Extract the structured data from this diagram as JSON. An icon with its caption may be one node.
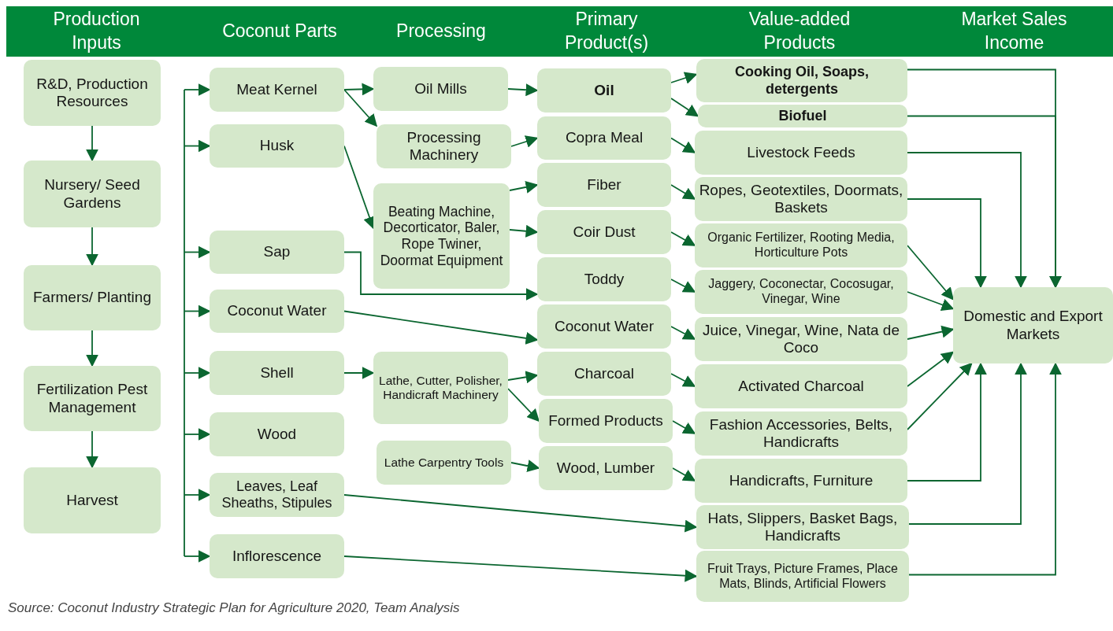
{
  "diagram": {
    "caption": "Source: Coconut Industry Strategic Plan for Agriculture 2020, Team Analysis",
    "nodes": [
      {
        "text": [
          "R&D, Production Resources"
        ]
      },
      {
        "text": [
          "Nursery/ Seed Gardens"
        ]
      },
      {
        "text": [
          "Farmers/ Planting"
        ]
      },
      {
        "text": [
          "Fertilization Pest Management"
        ]
      },
      {
        "text": [
          "Harvest"
        ]
      },
      {
        "text": [
          "Meat Kernel"
        ]
      },
      {
        "text": [
          "Husk"
        ]
      },
      {
        "text": [
          "Sap"
        ]
      },
      {
        "text": [
          "Coconut Water"
        ]
      },
      {
        "text": [
          "Shell"
        ]
      },
      {
        "text": [
          "Wood"
        ]
      },
      {
        "text": [
          "Leaves, Leaf Sheaths, Stipules"
        ]
      },
      {
        "text": [
          "Inflorescence"
        ]
      },
      {
        "text": [
          "Oil Mills"
        ]
      },
      {
        "text": [
          "Processing Machinery"
        ]
      },
      {
        "text": [
          "Beating Machine, Decorticator, Baler, Rope Twiner, Doormat Equipment"
        ]
      },
      {
        "text": [
          "Lathe, Cutter, Polisher, Handicraft Machinery"
        ]
      },
      {
        "text": [
          "Lathe Carpentry Tools"
        ]
      },
      {
        "text": [
          "Oil"
        ]
      },
      {
        "text": [
          "Copra Meal"
        ]
      },
      {
        "text": [
          "Fiber"
        ]
      },
      {
        "text": [
          "Coir Dust"
        ]
      },
      {
        "text": [
          "Toddy"
        ]
      },
      {
        "text": [
          "Coconut Water"
        ]
      },
      {
        "text": [
          "Charcoal"
        ]
      },
      {
        "text": [
          "Formed Products"
        ]
      },
      {
        "text": [
          "Wood, Lumber"
        ]
      },
      {
        "text": [
          "Cooking Oil, Soaps, detergents"
        ]
      },
      {
        "text": [
          "Biofuel"
        ]
      },
      {
        "text": [
          "Livestock Feeds"
        ]
      },
      {
        "text": [
          "Ropes, Geotextiles, Doormats, Baskets"
        ]
      },
      {
        "text": [
          "Organic Fertilizer, Rooting Media, Horticulture Pots"
        ]
      },
      {
        "text": [
          "Jaggery, Coconectar, Cocosugar, Vinegar, Wine"
        ]
      },
      {
        "text": [
          "Juice, Vinegar, Wine, Nata de Coco"
        ]
      },
      {
        "text": [
          "Activated Charcoal"
        ]
      },
      {
        "text": [
          "Fashion Accessories, Belts, Handicrafts"
        ]
      },
      {
        "text": [
          "Handicrafts, Furniture"
        ]
      },
      {
        "text": [
          "Hats, Slippers, Basket Bags, Handicrafts"
        ]
      },
      {
        "text": [
          "Fruit Trays, Picture Frames, Place Mats, Blinds, Artificial Flowers"
        ]
      },
      {
        "text": [
          "Domestic and Export Markets"
        ]
      }
    ],
    "edges": [
      {
        "from": 0,
        "to": 1,
        "arrow": "to"
      },
      {
        "from": 1,
        "to": 2,
        "arrow": "to"
      },
      {
        "from": 2,
        "to": 3,
        "arrow": "to"
      },
      {
        "from": 3,
        "to": 4,
        "arrow": "to"
      },
      {
        "from": null,
        "to": 5,
        "arrow": "to"
      },
      {
        "from": null,
        "to": 6,
        "arrow": "to"
      },
      {
        "from": null,
        "to": 7,
        "arrow": "to"
      },
      {
        "from": null,
        "to": 8,
        "arrow": "to"
      },
      {
        "from": null,
        "to": 9,
        "arrow": "to"
      },
      {
        "from": null,
        "to": 10,
        "arrow": "to"
      },
      {
        "from": null,
        "to": 11,
        "arrow": "to"
      },
      {
        "from": null,
        "to": 12,
        "arrow": "to"
      },
      {
        "from": 5,
        "to": 13,
        "arrow": "to"
      },
      {
        "from": 5,
        "to": 14,
        "arrow": "to"
      },
      {
        "from": 6,
        "to": 15,
        "arrow": "to"
      },
      {
        "from": 7,
        "to": 22,
        "arrow": "to"
      },
      {
        "from": 8,
        "to": 23,
        "arrow": "to"
      },
      {
        "from": 9,
        "to": 16,
        "arrow": "to"
      },
      {
        "from": 11,
        "to": 37,
        "arrow": "to"
      },
      {
        "from": 12,
        "to": 38,
        "arrow": "to"
      },
      {
        "from": 13,
        "to": 18,
        "arrow": "to"
      },
      {
        "from": 14,
        "to": 19,
        "arrow": "to"
      },
      {
        "from": 15,
        "to": 20,
        "arrow": "to"
      },
      {
        "from": 15,
        "to": 21,
        "arrow": "to"
      },
      {
        "from": 16,
        "to": 24,
        "arrow": "to"
      },
      {
        "from": 16,
        "to": 25,
        "arrow": "to"
      },
      {
        "from": 17,
        "to": 26,
        "arrow": "to"
      },
      {
        "from": 18,
        "to": 27,
        "arrow": "to"
      },
      {
        "from": 18,
        "to": 28,
        "arrow": "to"
      },
      {
        "from": 19,
        "to": 29,
        "arrow": "to"
      },
      {
        "from": 20,
        "to": 30,
        "arrow": "to"
      },
      {
        "from": 21,
        "to": 31,
        "arrow": "to"
      },
      {
        "from": 22,
        "to": 32,
        "arrow": "to"
      },
      {
        "from": 23,
        "to": 33,
        "arrow": "to"
      },
      {
        "from": 24,
        "to": 34,
        "arrow": "to"
      },
      {
        "from": 25,
        "to": 35,
        "arrow": "to"
      },
      {
        "from": 26,
        "to": 36,
        "arrow": "to"
      },
      {
        "from": 27,
        "to": 39,
        "arrow": "to"
      },
      {
        "from": 28,
        "to": 39,
        "arrow": "to"
      },
      {
        "from": 29,
        "to": 39,
        "arrow": "to"
      },
      {
        "from": 30,
        "to": 39,
        "arrow": "to"
      },
      {
        "from": 31,
        "to": 39,
        "arrow": "to"
      },
      {
        "from": 32,
        "to": 39,
        "arrow": "to"
      },
      {
        "from": 33,
        "to": 39,
        "arrow": "to"
      },
      {
        "from": 34,
        "to": 39,
        "arrow": "to"
      },
      {
        "from": 35,
        "to": 39,
        "arrow": "to"
      },
      {
        "from": 36,
        "to": 39,
        "arrow": "to"
      },
      {
        "from": 37,
        "to": 39,
        "arrow": "to"
      },
      {
        "from": 38,
        "to": 39,
        "arrow": "to"
      }
    ],
    "labels": [
      "Production Inputs",
      "Coconut Parts",
      "Processing",
      "Primary Product(s)",
      "Value-added Products",
      "Market Sales Income"
    ]
  }
}
